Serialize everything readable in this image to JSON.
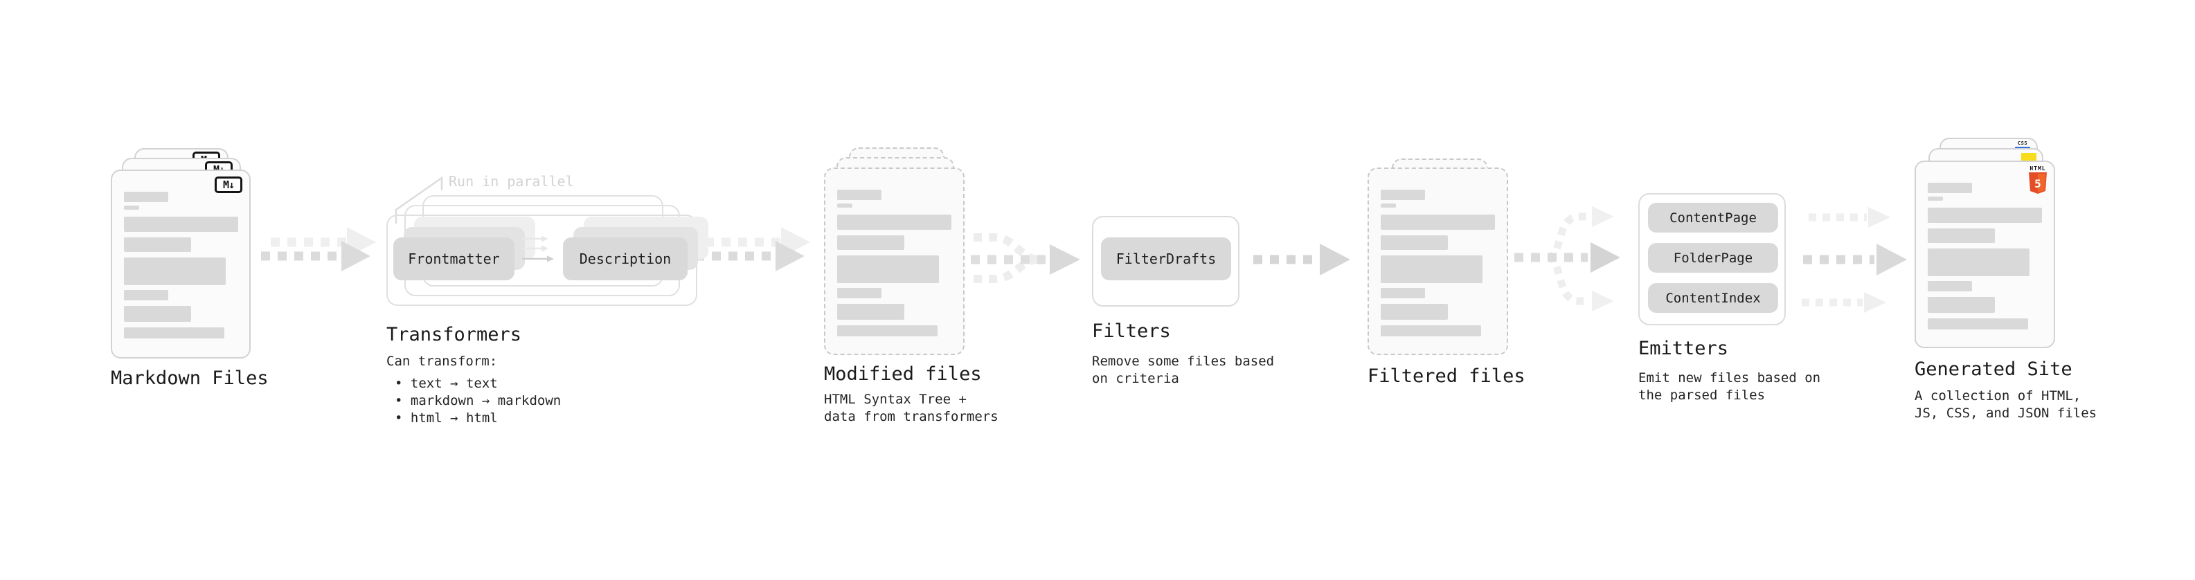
{
  "sections": {
    "markdown_files": {
      "label": "Markdown Files",
      "icon_text": "M↓"
    },
    "transformers": {
      "label": "Transformers",
      "note": "Run in parallel",
      "node_frontmatter": "Frontmatter",
      "node_description": "Description",
      "desc_title": "Can transform:",
      "bullets": [
        "• text → text",
        "• markdown → markdown",
        "• html → html"
      ]
    },
    "modified_files": {
      "label": "Modified files",
      "desc": [
        "HTML Syntax Tree +",
        "data from transformers"
      ]
    },
    "filters": {
      "label": "Filters",
      "node_filterdrafts": "FilterDrafts",
      "desc": [
        "Remove some files based",
        "on criteria"
      ]
    },
    "filtered_files": {
      "label": "Filtered files"
    },
    "emitters": {
      "label": "Emitters",
      "nodes": [
        "ContentPage",
        "FolderPage",
        "ContentIndex"
      ],
      "desc": [
        "Emit new files based on",
        "the parsed files"
      ]
    },
    "generated_site": {
      "label": "Generated Site",
      "desc": [
        "A collection of HTML,",
        "JS, CSS, and JSON files"
      ],
      "html5_badge_label": "HTML",
      "html5_badge_number": "5",
      "css_badge_label": "CSS"
    }
  },
  "colors": {
    "background": "#ffffff",
    "bar": "#d9d9d9",
    "node_bg": "#d9d9d9",
    "card_border": "#d2d2d2",
    "dashed_border": "#c9c9c9",
    "frame_border": "#e0e0e0",
    "arrow_dark": "#d9d9d9",
    "arrow_light": "#eeeeee",
    "note_text": "#d2d2d2",
    "heading_text": "#1a1a1a",
    "html5_orange": "#e44d26",
    "js_yellow": "#f7dc1e",
    "css_blue": "#2f6fe4",
    "md_icon_black": "#141414"
  }
}
